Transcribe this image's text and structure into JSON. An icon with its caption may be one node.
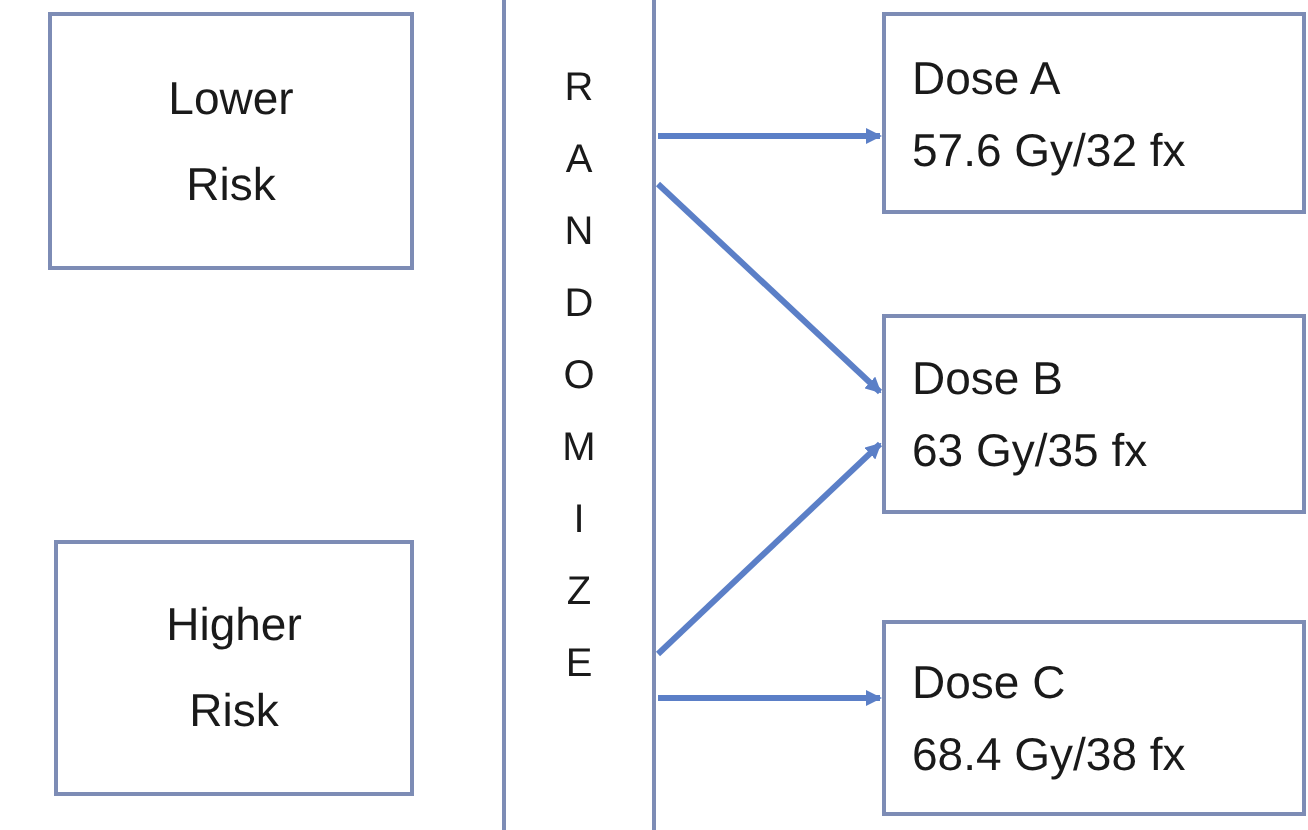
{
  "diagram": {
    "nodes": [
      {
        "text": [
          "Lower Risk"
        ]
      },
      {
        "text": [
          "Higher Risk"
        ]
      },
      {
        "text": [
          "RANDOMIZE"
        ]
      },
      {
        "text": [
          "Dose A",
          "57.6 Gy/32 fx"
        ]
      },
      {
        "text": [
          "Dose B",
          "63 Gy/35 fx"
        ]
      },
      {
        "text": [
          "Dose C",
          "68.4 Gy/38 fx"
        ]
      }
    ],
    "edges": [
      {
        "from": 2,
        "to": 3,
        "arrow": "to"
      },
      {
        "from": 2,
        "to": 4,
        "arrow": "to"
      },
      {
        "from": 2,
        "to": 4,
        "arrow": "to"
      },
      {
        "from": 2,
        "to": 5,
        "arrow": "to"
      }
    ]
  }
}
